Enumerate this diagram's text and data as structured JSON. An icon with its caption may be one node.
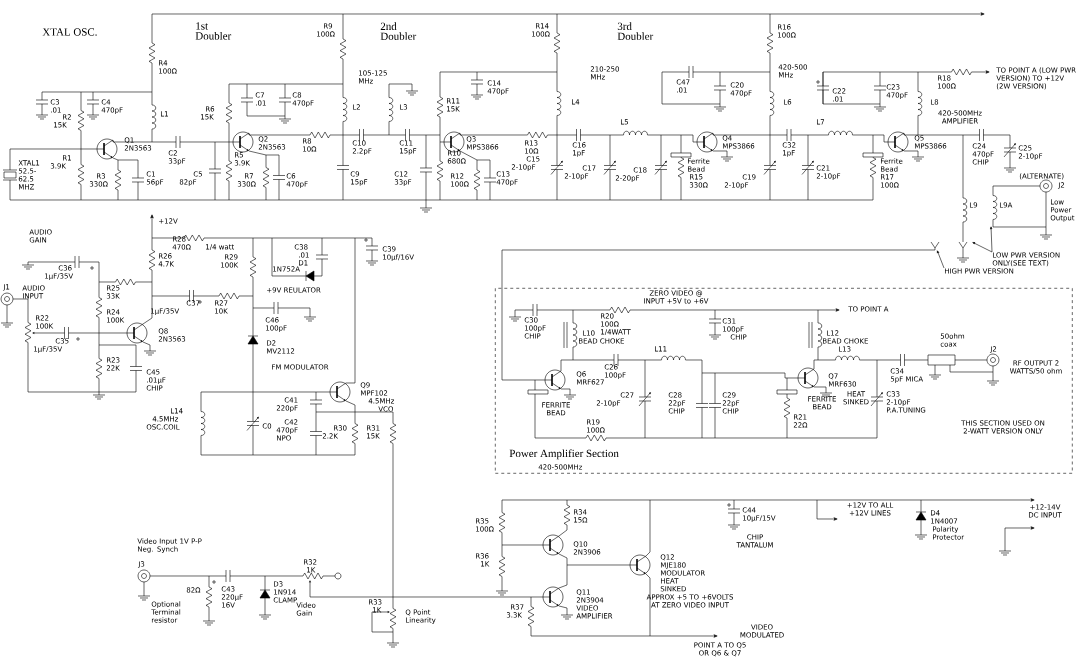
{
  "diagram": {
    "nodes": [
      {
        "text": [
          "Power Amplifier Section",
          "420-500MHz"
        ]
      },
      {
        "text": [
          "HIGH PWR VERSION"
        ]
      },
      {
        "text": [
          "LOW PWR VERSION ONLY(SEE TEXT)"
        ]
      }
    ],
    "edges": [
      {
        "from": 1,
        "to": null,
        "arrow": "to"
      },
      {
        "from": 2,
        "to": null,
        "arrow": "to"
      },
      {
        "from": 2,
        "to": null,
        "arrow": "to"
      }
    ],
    "labels": [
      "XTAL OSC.",
      "1st Doubler",
      "2nd Doubler",
      "3rd Doubler",
      "R9",
      "100Ω",
      "R14",
      "100Ω",
      "R16",
      "100Ω",
      "R4",
      "100Ω",
      "105-125 MHz",
      "210-250 MHz",
      "420-500 MHz",
      "TO POINT A (LOW PWR VERSION) TO +12V (2W VERSION)",
      "C14",
      "470pF",
      "R18",
      "100Ω",
      "C47",
      ".01",
      "C20",
      "470pF",
      "C22",
      ".01",
      "C23",
      "470pF",
      "L8",
      "420-500MHz AMPLIFIER",
      "C3",
      ".01",
      "C4",
      "470pF",
      "C7",
      ".01",
      "C8",
      "470pF",
      "L4",
      "L6",
      "L1",
      "L2",
      "L3",
      "R2",
      "15K",
      "R6",
      "15K",
      "R11",
      "15K",
      "L5",
      "L7",
      "Q1",
      "2N3563",
      "Q2",
      "2N3563",
      "R8",
      "10Ω",
      "C10",
      "2.2pF",
      "C11",
      "15pF",
      "Q3",
      "MPS3866",
      "R13",
      "10Ω",
      "C16",
      "1pF",
      "Q4",
      "MPS3866",
      "C32",
      "1pF",
      "Q5",
      "MPS3866",
      "C24",
      "470pF",
      "CHIP",
      "C25",
      "2-10pF",
      "C2",
      "33pF",
      "R5",
      "3.9K",
      "R10",
      "680Ω",
      "C15",
      "2-10pF",
      "Ferrite Bead",
      "R15",
      "330Ω",
      "Ferrite Bead",
      "R17",
      "100Ω",
      "XTAL1",
      "52.5-62.5 MHZ",
      "R1",
      "3.9K",
      "R3",
      "330Ω",
      "C1",
      "56pF",
      "C5",
      "82pF",
      "R7",
      "330Ω",
      "C6",
      "470pF",
      "C9",
      "15pF",
      "C12",
      "33pF",
      "R12",
      "100Ω",
      "C13",
      "470pF",
      "C17",
      "2-10pF",
      "C18",
      "2-20pF",
      "C19",
      "2-10pF",
      "C21",
      "2-10pF",
      "(ALTERNATE)",
      "J2",
      "L9",
      "L9A",
      "Low Power Output",
      "+12V",
      "AUDIO GAIN",
      "R28",
      "470Ω",
      "1/4 watt",
      "R26",
      "4.7K",
      "R29",
      "100K",
      "C38",
      ".01",
      "D1",
      "1N752A",
      "C39",
      "10µf/16V",
      "C36",
      "1µF/35V",
      "R25",
      "33K",
      "J1",
      "AUDIO INPUT",
      "C37",
      "1µF/35V",
      "R27",
      "10K",
      "+9V REULATOR",
      "R24",
      "100K",
      "C46",
      "100pF",
      "R22",
      "100K",
      "C35",
      "1µF/35V",
      "Q8",
      "2N3563",
      "D2",
      "MV2112",
      "R23",
      "22K",
      "FM MODULATOR",
      "C45",
      ".01µF",
      "CHIP",
      "L14",
      "4.5MHz",
      "OSC.COIL",
      "Q9",
      "MPF102",
      "4.5MHz",
      "VCO",
      "C0",
      "C41",
      "220pF",
      "C42",
      "470pF",
      "NPO",
      "R30",
      "2.2K",
      "R31",
      "15K",
      "ZERO VIDEO @ INPUT +5V to +6V",
      "TO POINT A",
      "C30",
      "100pF",
      "CHIP",
      "R20",
      "100Ω",
      "1/4WATT",
      "C31",
      "100pF",
      "CHIP",
      "L10",
      "BEAD CHOKE",
      "L12",
      "BEAD CHOKE",
      "50ohm coax",
      "J2",
      "RF OUTPUT 2 WATTS/50 ohm",
      "L11",
      "L13",
      "Q6",
      "MRF627",
      "C26",
      "100pF",
      "C34",
      "5pF MICA",
      "C27",
      "2-10pF",
      "C28",
      "22pF",
      "CHIP",
      "C29",
      "22pF",
      "CHIP",
      "Q7",
      "MRF630",
      "FERRITE BEAD",
      "FERRITE BEAD",
      "HEAT SINKED",
      "C33",
      "2-10pF",
      "P.A.TUNING",
      "R21",
      "22Ω",
      "THIS SECTION USED ON 2-WATT VERSION ONLY",
      "R19",
      "100Ω",
      "Video Input 1V P-P Neg. Synch",
      "R35",
      "100Ω",
      "R34",
      "15Ω",
      "C44",
      "10µF/15V",
      "+12V TO ALL +12V LINES",
      "D4",
      "1N4007",
      "Polarity Protector",
      "+12-14V DC INPUT",
      "CHIP TANTALUM",
      "Q10",
      "2N3906",
      "R36",
      "1K",
      "Q12",
      "MJE180",
      "MODULATOR",
      "HEAT SINKED",
      "J3",
      "R32",
      "1K",
      "82Ω",
      "C43",
      "220µF",
      "16V",
      "D3",
      "1N914",
      "CLAMP",
      "Q11",
      "2N3904",
      "VIDEO AMPLIFIER",
      "APPROX +5 TO +6VOLTS AT ZERO VIDEO INPUT",
      "R33",
      "1K",
      "Video Gain",
      "Optional Terminal resistor",
      "Q Point Linearity",
      "R37",
      "3.3K",
      "VIDEO MODULATED",
      "POINT A TO Q5 OR Q6 & Q7"
    ]
  }
}
